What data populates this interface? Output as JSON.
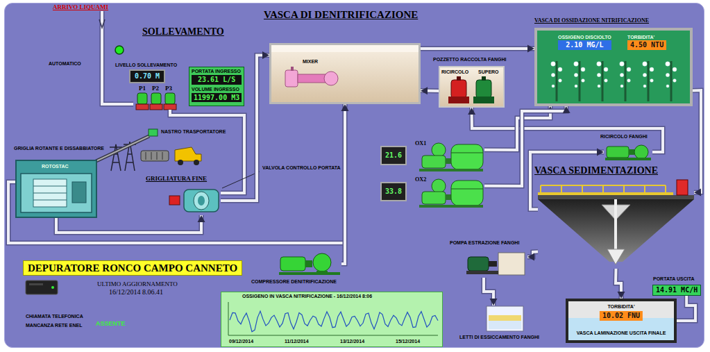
{
  "diagram": {
    "title": "DEPURATORE RONCO CAMPO CANNETO",
    "nodes": [
      {
        "text": [
          "LIVELLO SOLLEVAMENTO",
          "0.70 M"
        ]
      },
      {
        "text": [
          "PORTATA INGRESSO",
          "23.61 L/S",
          "VOLUME INGRESSO",
          "11997.00 M3"
        ]
      },
      {
        "text": [
          "GRIGLIA ROTANTE E DISSABBIATORE",
          "ROTOSTAC"
        ]
      },
      {
        "text": [
          "GRIGLIATURA FINE"
        ]
      },
      {
        "text": [
          "VASCA DI DENITRIFICAZIONE",
          "MIXER"
        ]
      },
      {
        "text": [
          "POZZETTO RACCOLTA FANGHI",
          "RICIRCOLO",
          "SUPERO"
        ]
      },
      {
        "text": [
          "VASCA DI OSSIDAZIONE NITRIFICAZIONE"
        ]
      },
      {
        "text": [
          "OSSIGENO DISCIOLTO",
          "2.10 MG/L"
        ],
        "in": 6
      },
      {
        "text": [
          "TORBIDITA'",
          "4.50 NTU"
        ],
        "in": 6
      },
      {
        "text": [
          "21.6"
        ]
      },
      {
        "text": [
          "OX1"
        ]
      },
      {
        "text": [
          "33.8"
        ]
      },
      {
        "text": [
          "OX2"
        ]
      },
      {
        "text": [
          "RICIRCOLO FANGHI"
        ]
      },
      {
        "text": [
          "VASCA SEDIMENTAZIONE"
        ]
      },
      {
        "text": [
          "POMPA ESTRAZIONE FANGHI"
        ]
      },
      {
        "text": [
          "LETTI DI ESSICCAMENTO FANGHI"
        ]
      },
      {
        "text": [
          "TORBIDITA'",
          "10.02 FNU",
          "VASCA LAMINAZIONE USCITA FINALE"
        ]
      },
      {
        "text": [
          "PORTATA USCITA",
          "14.91 MC/H"
        ]
      },
      {
        "text": [
          "COMPRESSORE DENITRIFICAZIONE"
        ]
      },
      {
        "text": [
          "OSSIGENO IN VASCA NITRIFICAZIONE - 16/12/2014 8:06"
        ]
      }
    ],
    "edges": [
      {
        "from": 2,
        "to": 3,
        "arrow": "to"
      },
      {
        "from": 3,
        "to": 4,
        "arrow": "to"
      },
      {
        "from": 4,
        "to": 6,
        "arrow": "to"
      },
      {
        "from": 6,
        "to": 14,
        "arrow": "to"
      },
      {
        "from": 14,
        "to": 13,
        "arrow": "to"
      },
      {
        "from": 13,
        "to": 5,
        "arrow": "to"
      },
      {
        "from": 5,
        "to": 4,
        "arrow": "to"
      },
      {
        "from": 10,
        "to": 6,
        "arrow": "to"
      },
      {
        "from": 12,
        "to": 6,
        "arrow": "to"
      },
      {
        "from": 19,
        "to": 4,
        "arrow": "to"
      },
      {
        "from": 14,
        "to": 15,
        "arrow": "to"
      },
      {
        "from": 15,
        "to": 16,
        "arrow": "to"
      },
      {
        "from": 14,
        "to": 17,
        "arrow": "to"
      },
      {
        "from": 17,
        "to": 18,
        "arrow": "none"
      }
    ],
    "labels": [
      "ARRIVO LIQUAMI",
      "SOLLEVAMENTO",
      "AUTOMATICO",
      "P1",
      "P2",
      "P3",
      "NASTRO TRASPORTATORE",
      "VALVOLA CONTROLLO PORTATA",
      "ULTIMO AGGIORNAMENTO",
      "16/12/2014 8.06.41",
      "CHIAMATA TELEFONICA",
      "MANCANZA RETE ENEL",
      "ASSENTE",
      "09/12/2014",
      "11/12/2014",
      "13/12/2014",
      "15/12/2014"
    ]
  }
}
